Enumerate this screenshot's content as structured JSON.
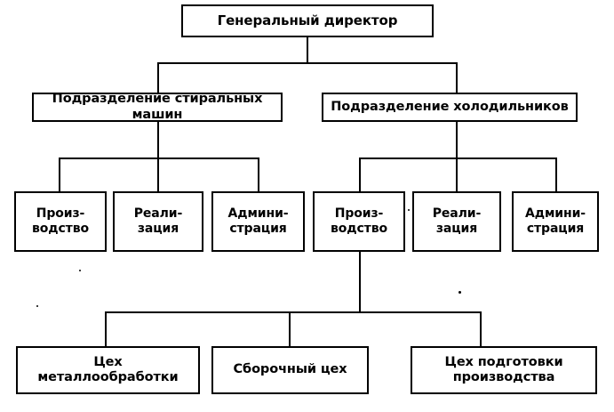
{
  "diagram": {
    "type": "organizational-chart",
    "title_text": "Генеральный директор",
    "levels": [
      {
        "level": 1,
        "nodes": [
          {
            "id": "ceo",
            "label": "Генеральный директор"
          }
        ]
      },
      {
        "level": 2,
        "nodes": [
          {
            "id": "div-washing",
            "label": "Подразделение стиральных машин"
          },
          {
            "id": "div-fridge",
            "label": "Подразделение холодильников"
          }
        ]
      },
      {
        "level": 3,
        "nodes": [
          {
            "id": "wash-production",
            "label": "Произ-\nводство"
          },
          {
            "id": "wash-sales",
            "label": "Реали-\nзация"
          },
          {
            "id": "wash-admin",
            "label": "Админи-\nстрация"
          },
          {
            "id": "fridge-production",
            "label": "Произ-\nводство"
          },
          {
            "id": "fridge-sales",
            "label": "Реали-\nзация"
          },
          {
            "id": "fridge-admin",
            "label": "Админи-\nстрация"
          }
        ]
      },
      {
        "level": 4,
        "nodes": [
          {
            "id": "shop-metal",
            "label": "Цех металлообработки"
          },
          {
            "id": "shop-assembly",
            "label": "Сборочный цех"
          },
          {
            "id": "shop-prep",
            "label": "Цех подготовки\nпроизводства"
          }
        ]
      }
    ],
    "colors": {
      "line": "#000000",
      "box_fill": "#ffffff",
      "text": "#000000",
      "background": "#ffffff"
    }
  }
}
